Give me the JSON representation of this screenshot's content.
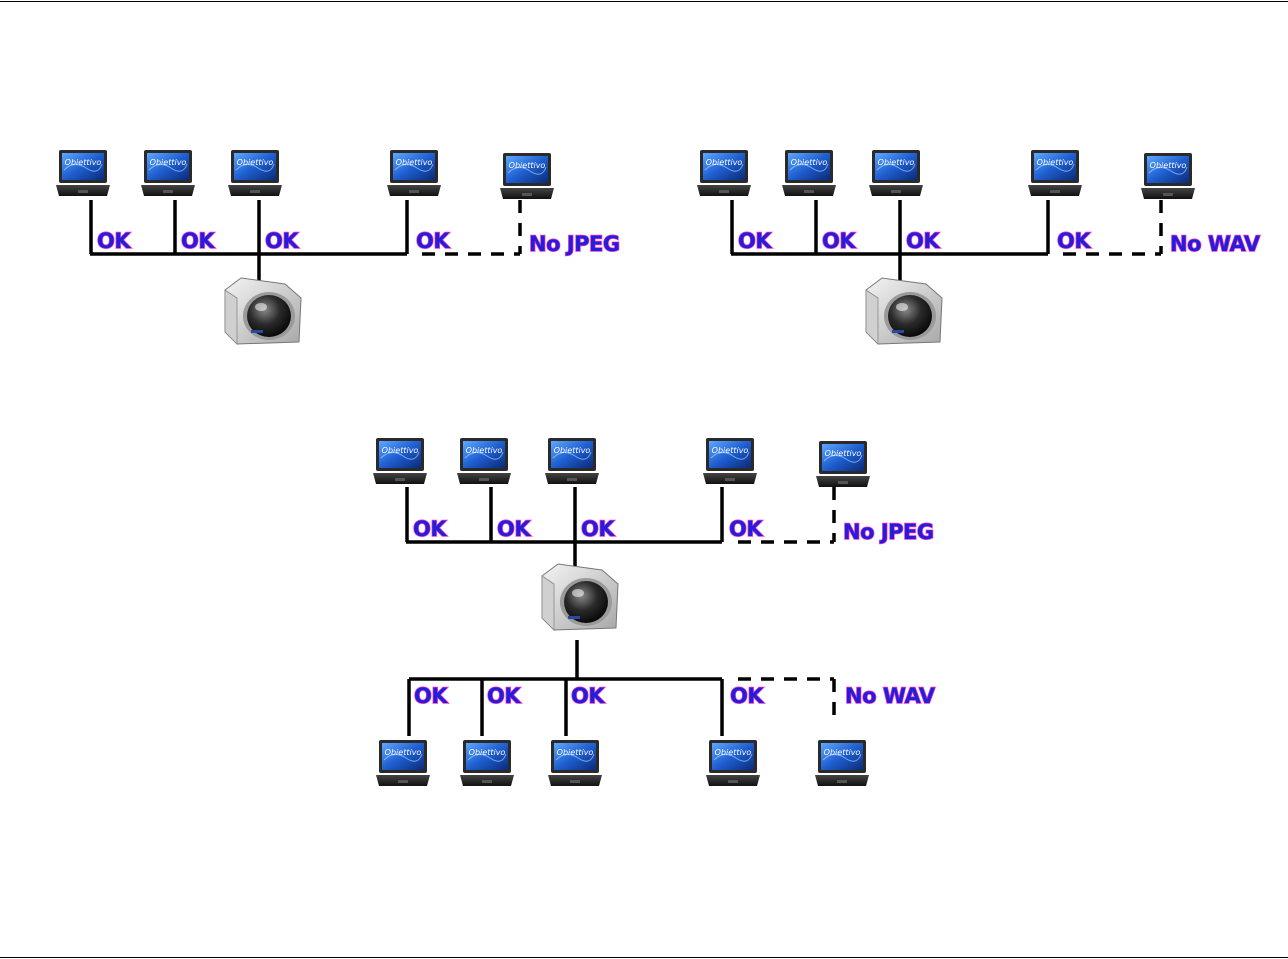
{
  "labels": {
    "ok": "OK",
    "no_jpeg": "No JPEG",
    "no_wav": "No WAV",
    "screen_brand": "Obiettivo"
  },
  "icons": {
    "laptop": "laptop-icon",
    "camera": "dome-camera-icon"
  },
  "colors": {
    "label_fill": "#2020d8",
    "label_outline": "#ff33cc",
    "wire": "#000000",
    "laptop_screen": "#0d3a9a"
  }
}
